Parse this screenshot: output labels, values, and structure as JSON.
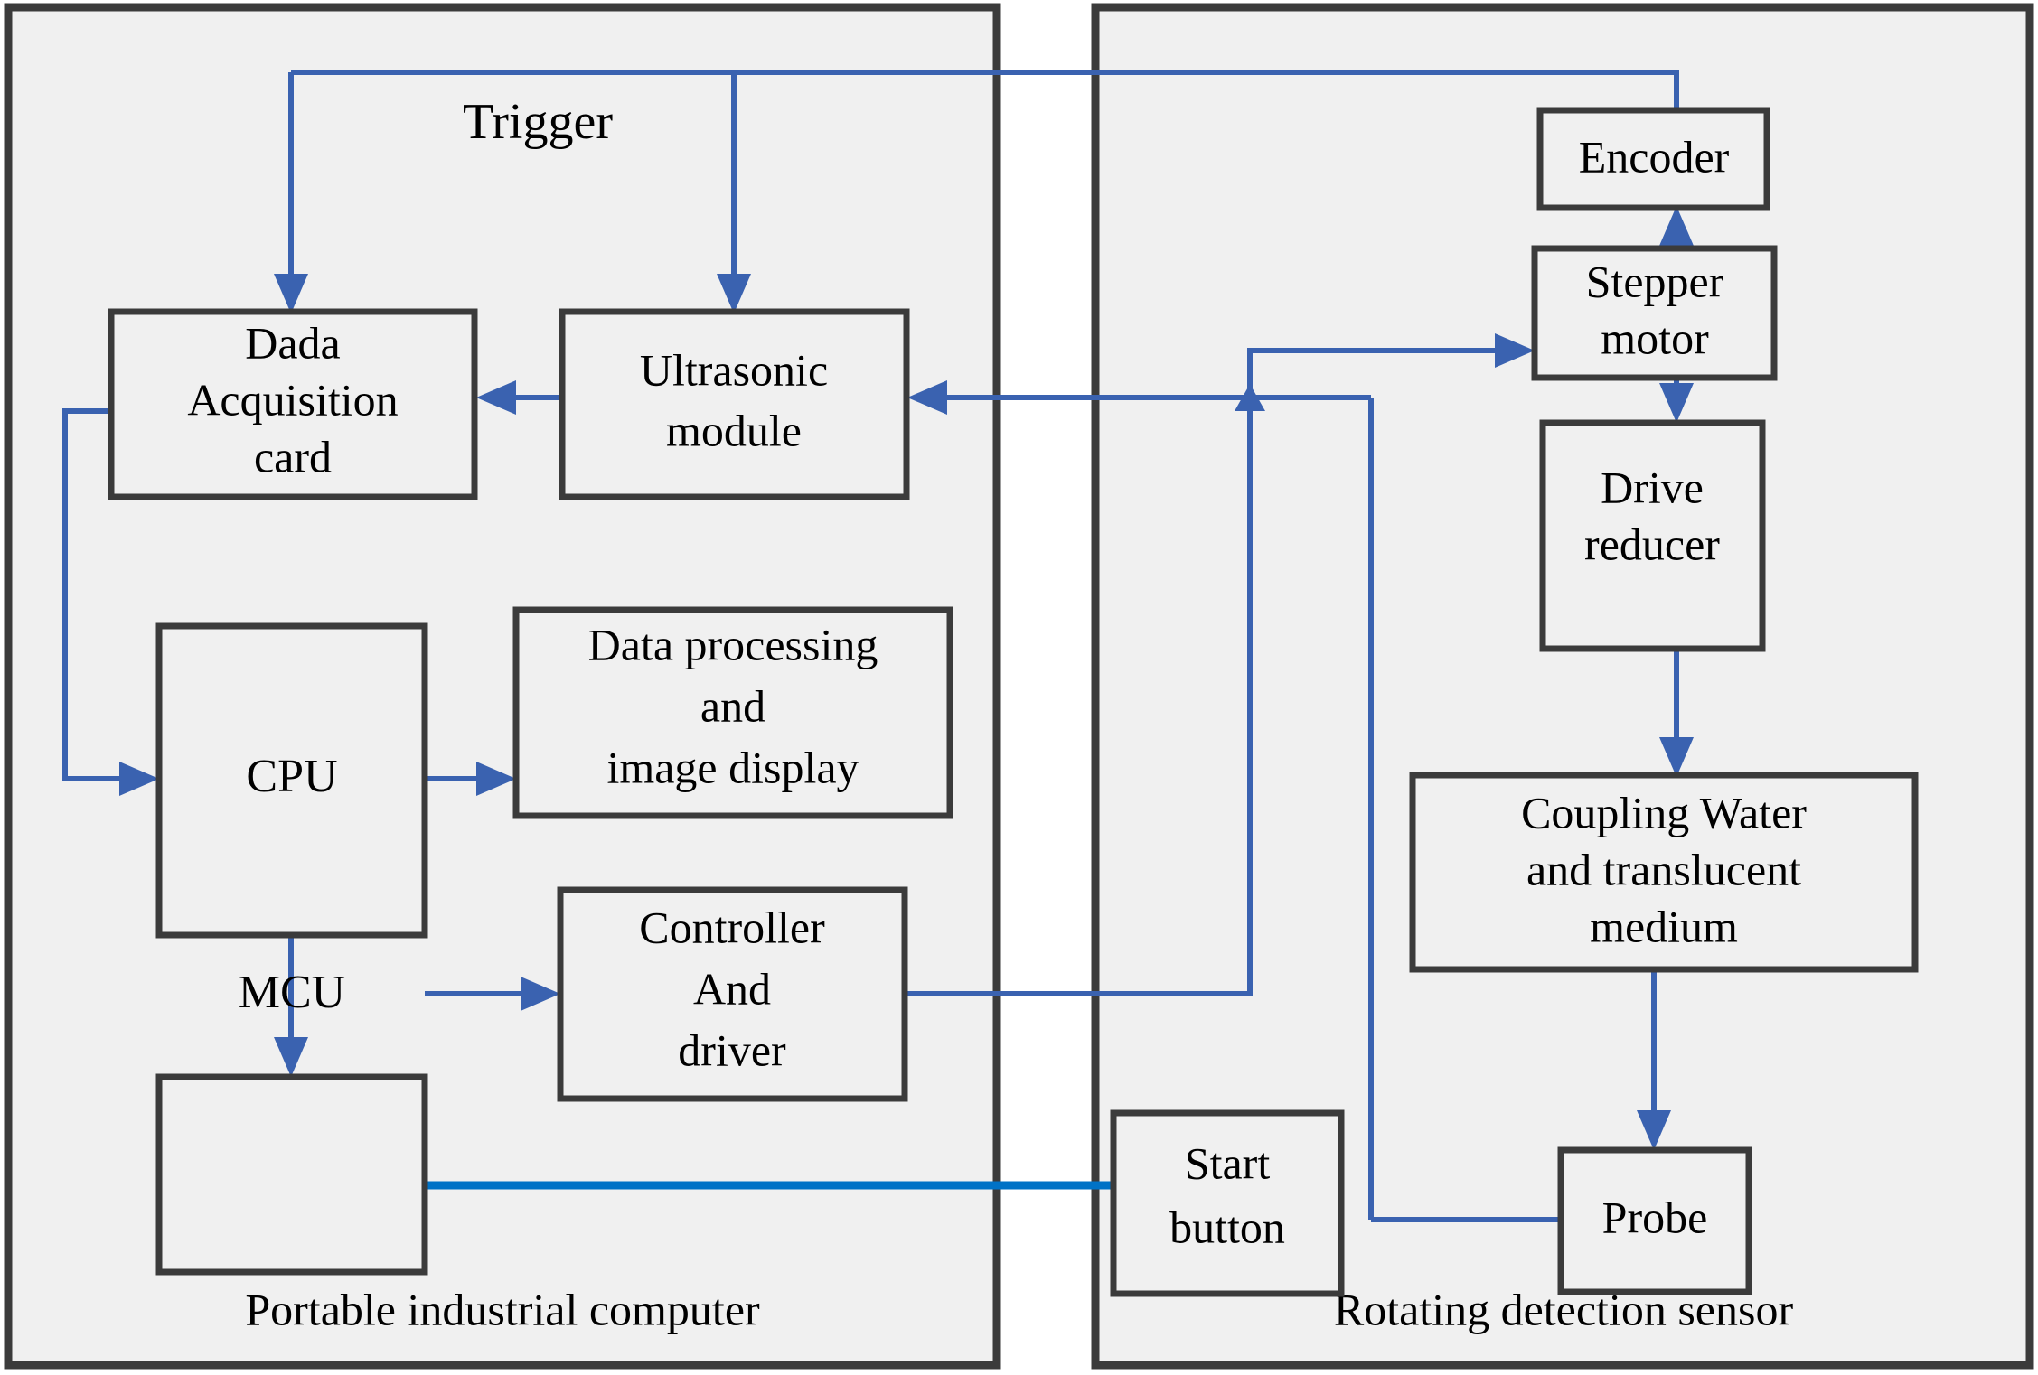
{
  "diagram": {
    "title": "Portable ultrasonic rotating detection system block diagram",
    "colors": {
      "panel_fill": "#f0f0f0",
      "panel_stroke": "#3b3b3b",
      "node_fill": "#f0f0f0",
      "node_stroke": "#3b3b3b",
      "link": "#3a62b0",
      "link_highlight": "#0072c6",
      "text": "#000000",
      "background": "#ffffff"
    },
    "panels": [
      {
        "id": "portable-industrial-computer",
        "label": "Portable industrial computer"
      },
      {
        "id": "rotating-detection-sensor",
        "label": "Rotating detection sensor"
      }
    ],
    "free_labels": [
      {
        "id": "trigger",
        "text": "Trigger"
      }
    ],
    "nodes": [
      {
        "id": "data-acquisition-card",
        "lines": [
          "Dada",
          "Acquisition",
          "card"
        ],
        "panel": "portable-industrial-computer"
      },
      {
        "id": "ultrasonic-module",
        "lines": [
          "Ultrasonic",
          "module"
        ],
        "panel": "portable-industrial-computer"
      },
      {
        "id": "cpu",
        "lines": [
          "CPU"
        ],
        "panel": "portable-industrial-computer"
      },
      {
        "id": "data-processing",
        "lines": [
          "Data processing",
          "and",
          "image display"
        ],
        "panel": "portable-industrial-computer"
      },
      {
        "id": "mcu",
        "lines": [
          "MCU"
        ],
        "panel": "portable-industrial-computer"
      },
      {
        "id": "controller-and-driver",
        "lines": [
          "Controller",
          "And",
          "driver"
        ],
        "panel": "portable-industrial-computer"
      },
      {
        "id": "encoder",
        "lines": [
          "Encoder"
        ],
        "panel": "rotating-detection-sensor"
      },
      {
        "id": "stepper-motor",
        "lines": [
          "Stepper",
          "motor"
        ],
        "panel": "rotating-detection-sensor"
      },
      {
        "id": "drive-reducer",
        "lines": [
          "Drive",
          "reducer"
        ],
        "panel": "rotating-detection-sensor"
      },
      {
        "id": "coupling-water",
        "lines": [
          "Coupling Water",
          "and translucent",
          "medium"
        ],
        "panel": "rotating-detection-sensor"
      },
      {
        "id": "start-button",
        "lines": [
          "Start",
          "button"
        ],
        "panel": "rotating-detection-sensor"
      },
      {
        "id": "probe",
        "lines": [
          "Probe"
        ],
        "panel": "rotating-detection-sensor"
      }
    ],
    "edges": [
      {
        "id": "trigger-to-data-acquisition-card",
        "from": "trigger-bus",
        "to": "data-acquisition-card"
      },
      {
        "id": "trigger-to-ultrasonic-module",
        "from": "trigger-bus",
        "to": "ultrasonic-module"
      },
      {
        "id": "encoder-to-trigger-bus",
        "from": "encoder",
        "to": "trigger-bus"
      },
      {
        "id": "ultrasonic-module-to-data-acquisition-card",
        "from": "ultrasonic-module",
        "to": "data-acquisition-card"
      },
      {
        "id": "probe-to-ultrasonic-module",
        "from": "probe",
        "to": "ultrasonic-module"
      },
      {
        "id": "data-acquisition-card-to-cpu",
        "from": "data-acquisition-card",
        "to": "cpu"
      },
      {
        "id": "cpu-to-data-processing",
        "from": "cpu",
        "to": "data-processing"
      },
      {
        "id": "cpu-to-mcu",
        "from": "cpu",
        "to": "mcu"
      },
      {
        "id": "mcu-to-controller-and-driver",
        "from": "mcu",
        "to": "controller-and-driver"
      },
      {
        "id": "controller-and-driver-to-stepper-motor",
        "from": "controller-and-driver",
        "to": "stepper-motor"
      },
      {
        "id": "stepper-motor-to-encoder",
        "from": "stepper-motor",
        "to": "encoder"
      },
      {
        "id": "stepper-motor-to-drive-reducer",
        "from": "stepper-motor",
        "to": "drive-reducer"
      },
      {
        "id": "drive-reducer-to-coupling-water",
        "from": "drive-reducer",
        "to": "coupling-water"
      },
      {
        "id": "coupling-water-to-probe",
        "from": "coupling-water",
        "to": "probe"
      },
      {
        "id": "start-button-to-mcu",
        "from": "start-button",
        "to": "mcu"
      }
    ]
  }
}
